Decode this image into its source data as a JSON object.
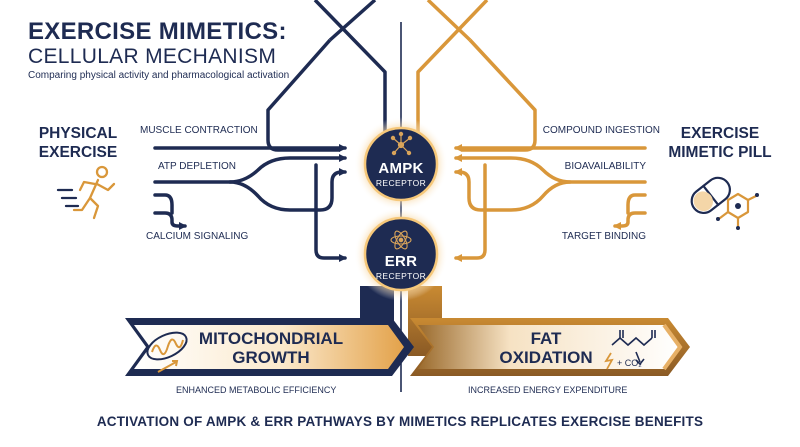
{
  "header": {
    "title_line1": "EXERCISE MIMETICS:",
    "title_line2": "CELLULAR MECHANISM",
    "subtitle": "Comparing physical activity and pharmacological activation"
  },
  "left": {
    "title_line1": "PHYSICAL",
    "title_line2": "EXERCISE",
    "icon": "running-person-icon",
    "steps": [
      "MUSCLE CONTRACTION",
      "ATP DEPLETION",
      "CALCIUM SIGNALING"
    ]
  },
  "right": {
    "title_line1": "EXERCISE",
    "title_line2": "MIMETIC PILL",
    "icon": "pill-molecule-icon",
    "steps": [
      "COMPOUND INGESTION",
      "BIOAVAILABILITY",
      "TARGET BINDING"
    ]
  },
  "receptors": [
    {
      "name": "AMPK",
      "label": "RECEPTOR",
      "icon": "molecule-network-icon"
    },
    {
      "name": "ERR",
      "label": "RECEPTOR",
      "icon": "atom-icon"
    }
  ],
  "effects": {
    "left": {
      "line1": "MITOCHONDRIAL",
      "line2": "GROWTH",
      "icon": "mitochondria-icon",
      "caption": "ENHANCED METABOLIC EFFICIENCY"
    },
    "right": {
      "line1": "FAT",
      "line2": "OXIDATION",
      "icon": "fatty-acid-icon",
      "co2": "+ CO₂",
      "caption": "INCREASED ENERGY EXPENDITURE"
    }
  },
  "footer": "ACTIVATION OF AMPK & ERR PATHWAYS BY MIMETICS REPLICATES EXERCISE BENEFITS",
  "colors": {
    "navy": "#1e2b52",
    "gold": "#d9973a",
    "glow": "#f3c57a"
  }
}
